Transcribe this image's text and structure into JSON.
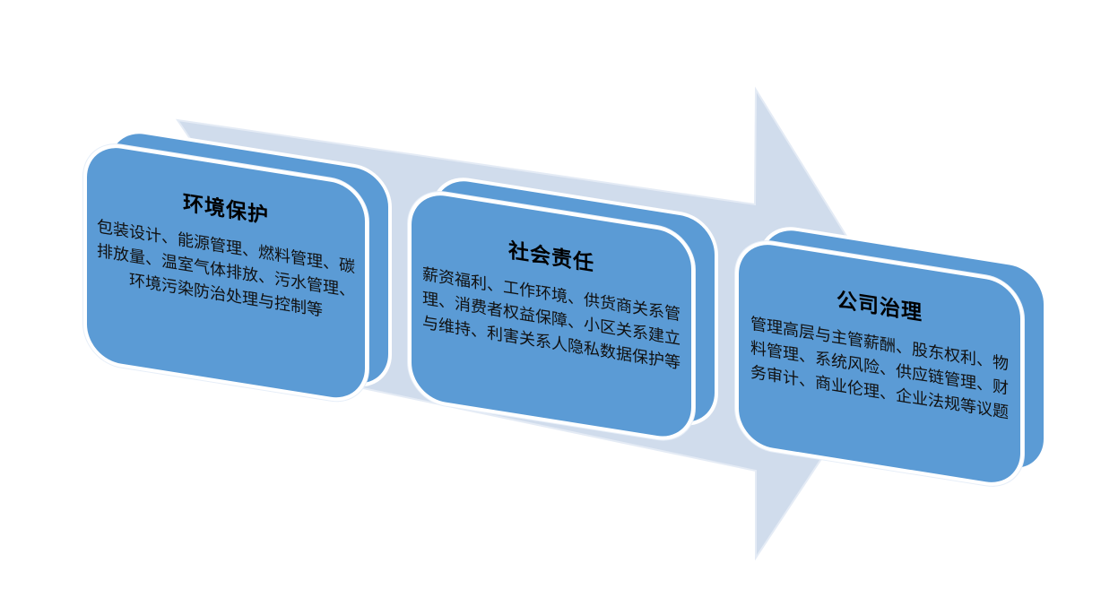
{
  "colors": {
    "box_fill": "#5b9bd5",
    "arrow_fill": "#d0dcec",
    "border": "#ffffff"
  },
  "boxes": [
    {
      "title": "环境保护",
      "body": "包装设计、能源管理、燃料管理、碳排放量、温室气体排放、污水管理、环境污染防治处理与控制等"
    },
    {
      "title": "社会责任",
      "body": "薪资福利、工作环境、供货商关系管理、消费者权益保障、小区关系建立与维持、利害关系人隐私数据保护等"
    },
    {
      "title": "公司治理",
      "body": "管理高层与主管薪酬、股东权利、物料管理、系统风险、供应链管理、财务审计、商业伦理、企业法规等议题"
    }
  ]
}
